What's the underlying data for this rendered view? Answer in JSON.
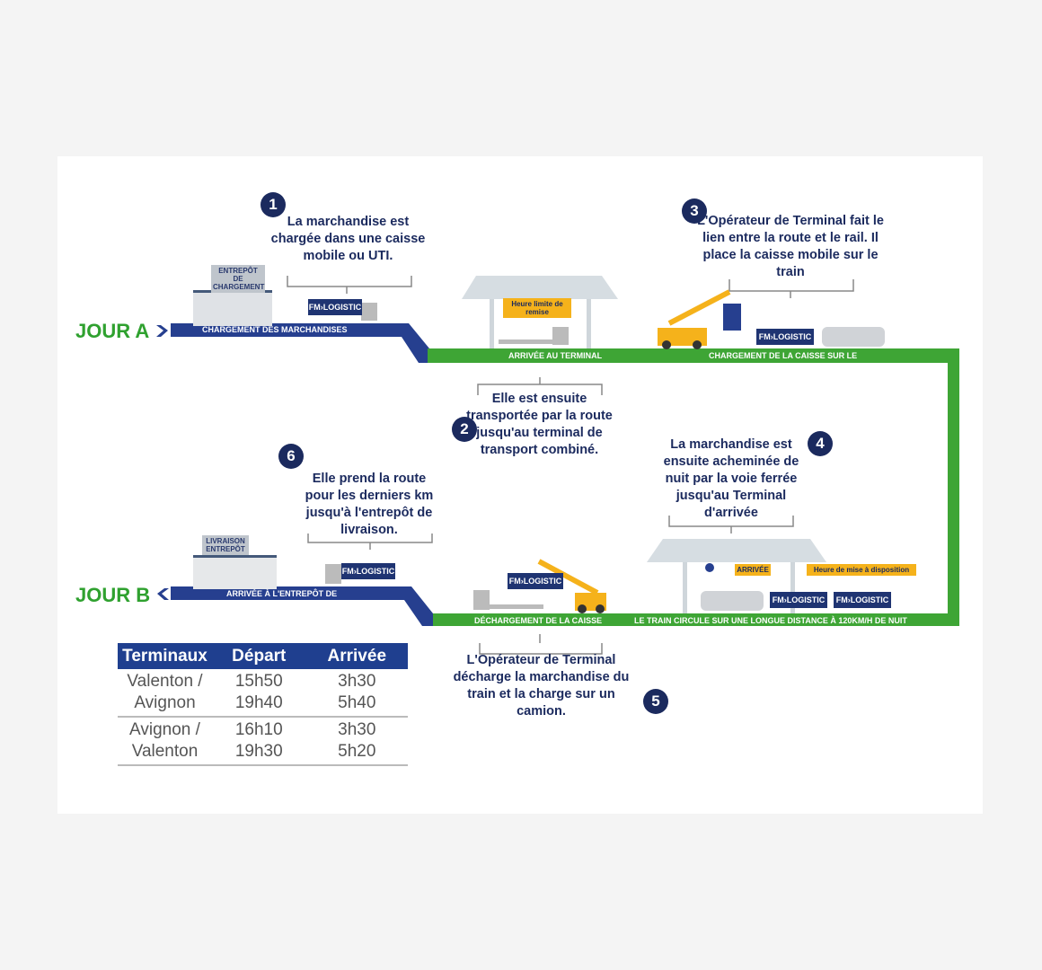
{
  "jour_a": "JOUR A",
  "jour_b": "JOUR B",
  "steps": [
    {
      "num": "1",
      "text": "La marchandise est chargée dans une caisse mobile ou UTI."
    },
    {
      "num": "2",
      "text": "Elle est ensuite transportée par la route jusqu'au terminal de transport combiné."
    },
    {
      "num": "3",
      "text": "L'Opérateur de Terminal fait le lien entre la route et le rail. Il place la caisse mobile sur le train"
    },
    {
      "num": "4",
      "text": "La marchandise est ensuite acheminée de nuit par la voie ferrée jusqu'au Terminal d'arrivée"
    },
    {
      "num": "5",
      "text": "L'Opérateur de Terminal décharge la marchandise du train et la charge sur un camion."
    },
    {
      "num": "6",
      "text": "Elle prend la route pour les derniers km jusqu'à l'entrepôt de livraison."
    }
  ],
  "bands": {
    "chargement": "CHARGEMENT DES MARCHANDISES",
    "arrivee_terminal": "ARRIVÉE AU TERMINAL",
    "chargement_caisse": "CHARGEMENT DE LA CAISSE SUR LE",
    "train": "LE TRAIN CIRCULE SUR UNE LONGUE DISTANCE À 120KM/H DE NUIT",
    "dechargement": "DÉCHARGEMENT DE LA CAISSE",
    "arrivee_entrepot": "ARRIVÉE À L'ENTREPÔT DE"
  },
  "signs": {
    "entrepot_chargement": "ENTREPÔT DE CHARGEMENT",
    "livraison": "LIVRAISON ENTREPÔT",
    "heure_limite": "Heure limite de remise",
    "arrivee": "ARRIVÉE",
    "mise_dispo": "Heure de mise à disposition"
  },
  "logo": "FM›LOGISTIC",
  "table": {
    "headers": [
      "Terminaux",
      "Départ",
      "Arrivée"
    ],
    "rows": [
      {
        "terminal": "Valenton / Avignon",
        "departs": [
          "15h50",
          "19h40"
        ],
        "arrivees": [
          "3h30",
          "5h40"
        ]
      },
      {
        "terminal": "Avignon / Valenton",
        "departs": [
          "16h10",
          "19h30"
        ],
        "arrivees": [
          "3h30",
          "5h20"
        ]
      }
    ]
  },
  "colors": {
    "blue": "#263f8f",
    "green": "#3ea535",
    "navy": "#1b2a5e",
    "yellow": "#f5b21b"
  }
}
